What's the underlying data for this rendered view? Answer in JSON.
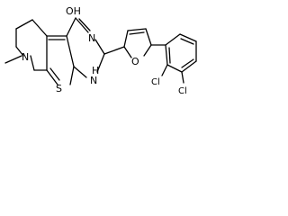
{
  "molecule": {
    "atoms": {
      "hydroxyl": "OH",
      "ring_nitrogen_top": "N",
      "ring_nitrogen_methyl": "N",
      "ring_nh": "H",
      "ring_nh_n": "N",
      "thiophene_sulfur": "S",
      "furan_oxygen": "O",
      "chlorine_1": "Cl",
      "chlorine_2": "Cl"
    }
  }
}
